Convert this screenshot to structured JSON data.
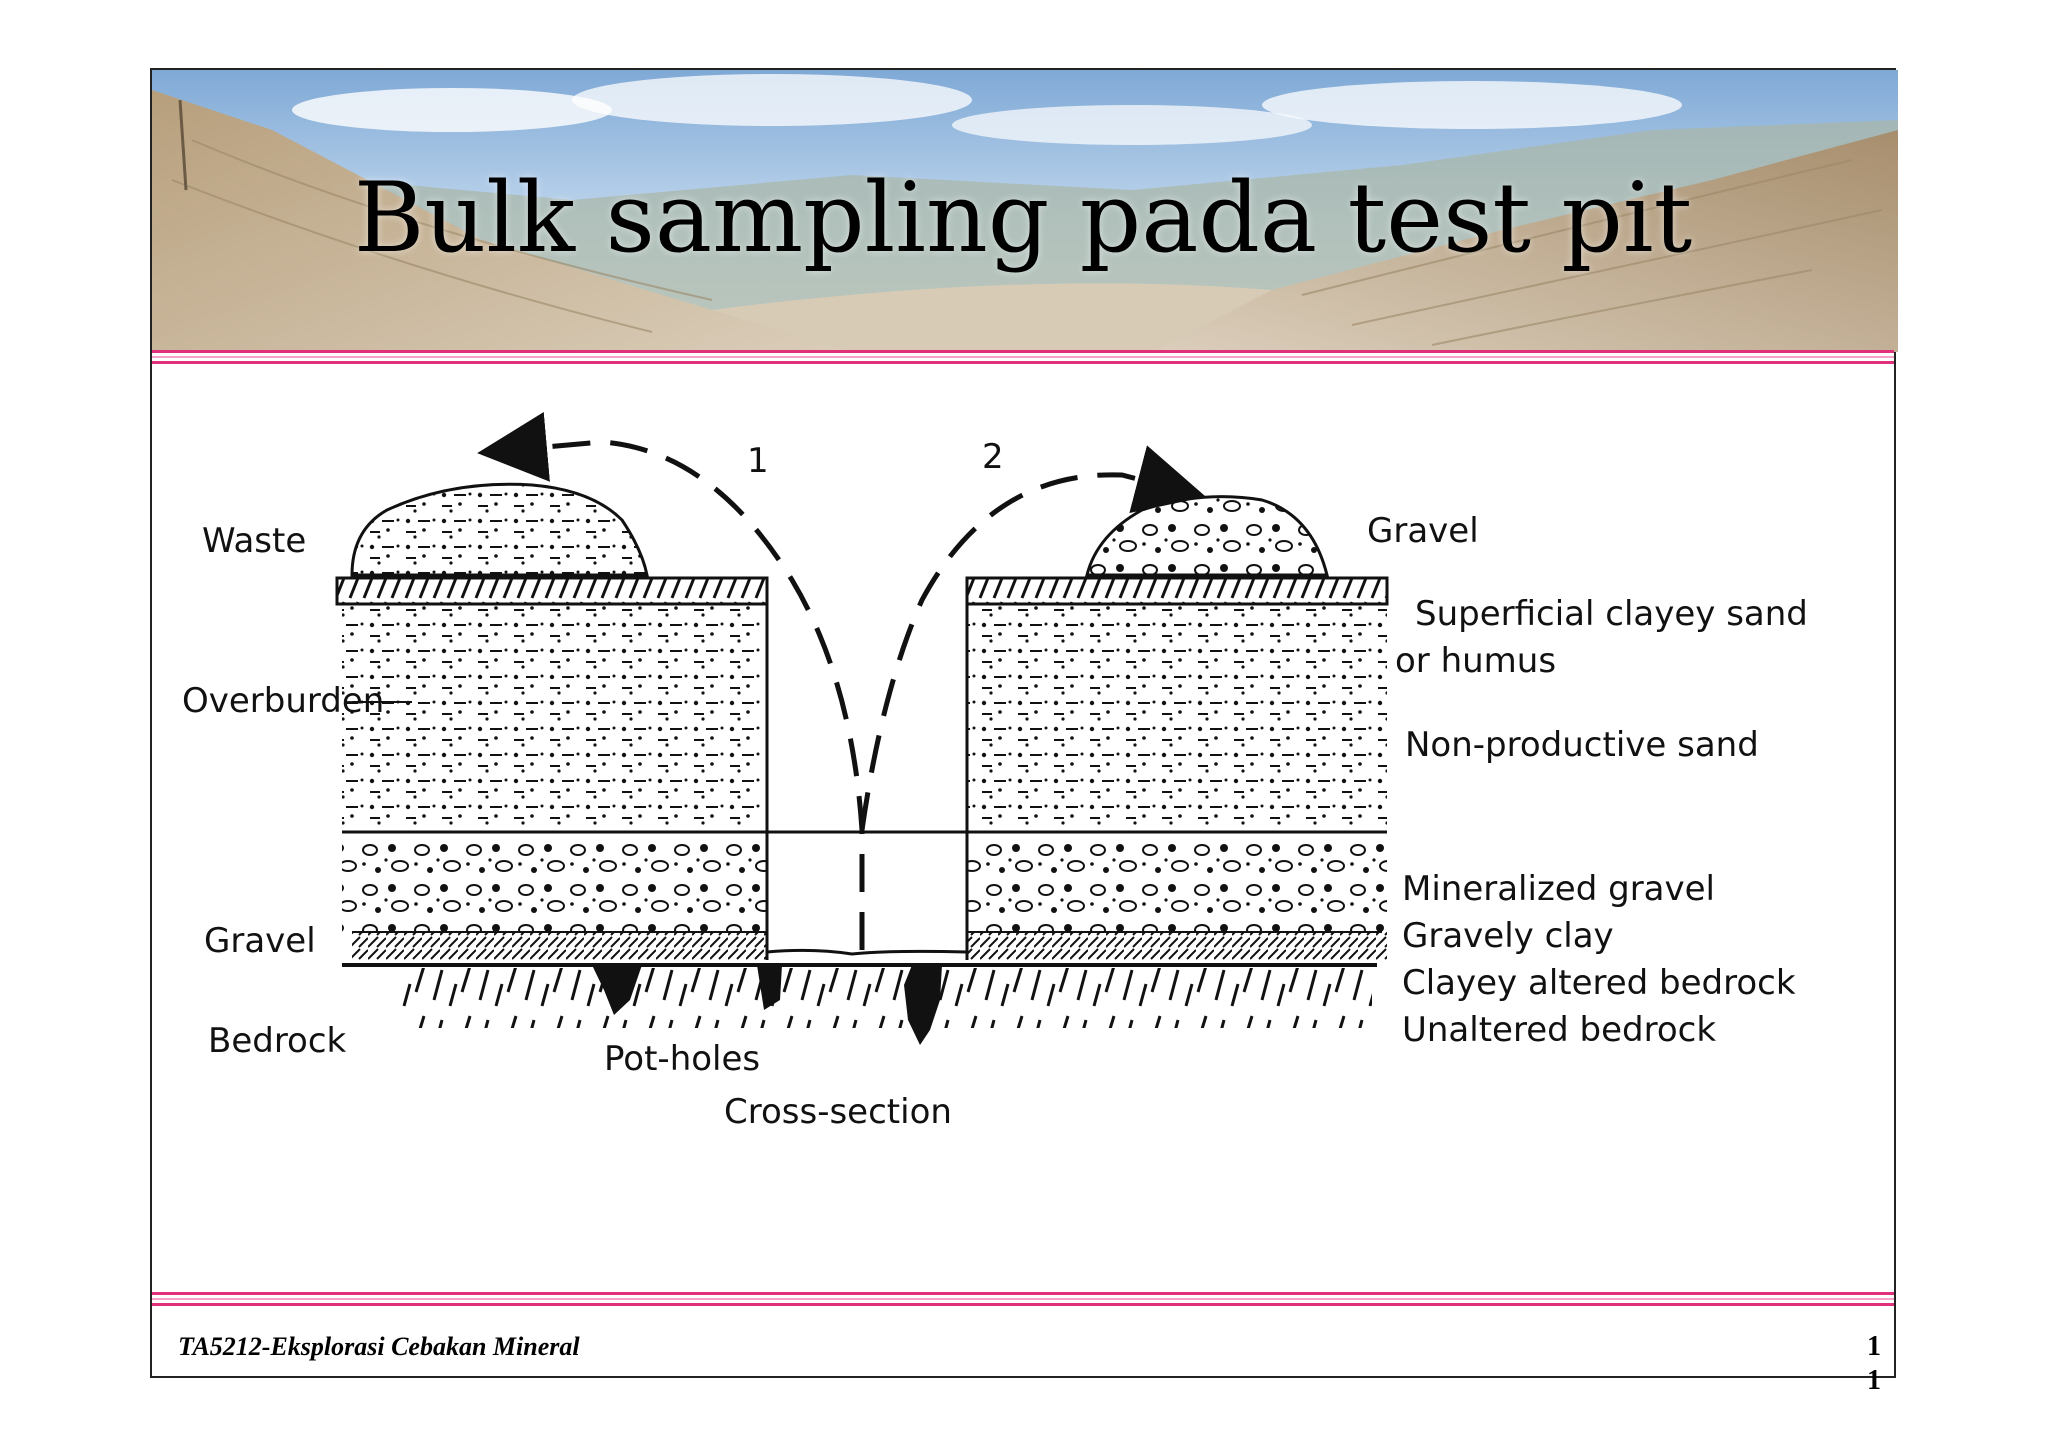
{
  "slide": {
    "title": "Bulk sampling pada test pit",
    "footer": "TA5212-Eksplorasi Cebakan Mineral",
    "page_number": "11"
  },
  "colors": {
    "rule_accent": "#e0307a",
    "rule_light": "#f6a4c6",
    "sky": "#9ec2e6",
    "hills": "#c8b497"
  },
  "diagram": {
    "left_labels": {
      "waste": "Waste",
      "overburden": "Overburden",
      "gravel": "Gravel",
      "bedrock": "Bedrock"
    },
    "right_labels": {
      "gravel": "Gravel",
      "superficial_line1": "Superficial clayey sand",
      "superficial_line2": "or humus",
      "non_productive": "Non-productive sand",
      "mineralized": "Mineralized gravel",
      "gravely_clay": "Gravely clay",
      "clayey_altered": "Clayey altered bedrock",
      "unaltered": "Unaltered bedrock"
    },
    "bottom_labels": {
      "pot_holes": "Pot-holes",
      "cross_section": "Cross-section"
    },
    "arrow_labels": {
      "arrow1": "1",
      "arrow2": "2"
    }
  }
}
